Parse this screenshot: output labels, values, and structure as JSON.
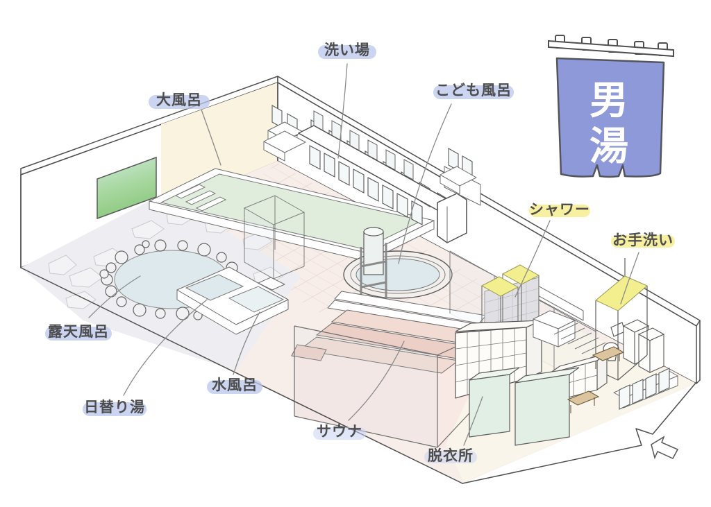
{
  "banner": {
    "text": "男湯",
    "chars": [
      "男",
      "湯"
    ]
  },
  "labels": [
    {
      "text": "大風呂",
      "highlight": "blue",
      "area": "big-bath"
    },
    {
      "text": "洗い場",
      "highlight": "blue",
      "area": "washing-area"
    },
    {
      "text": "こども風呂",
      "highlight": "blue",
      "area": "kids-bath"
    },
    {
      "text": "シャワー",
      "highlight": "yellow",
      "area": "shower"
    },
    {
      "text": "お手洗い",
      "highlight": "yellow",
      "area": "restroom"
    },
    {
      "text": "露天風呂",
      "highlight": "blue",
      "area": "open-air-bath"
    },
    {
      "text": "水風呂",
      "highlight": "blue",
      "area": "cold-bath"
    },
    {
      "text": "日替り湯",
      "highlight": "blue",
      "area": "daily-bath"
    },
    {
      "text": "サウナ",
      "highlight": "blue",
      "area": "sauna"
    },
    {
      "text": "脱衣所",
      "highlight": "blue",
      "area": "changing-room"
    }
  ],
  "palette": {
    "banner_blue": "#8e99da",
    "highlight_blue": "#b9c7ee",
    "highlight_blue_soft": "#c9d4f2",
    "highlight_yellow": "#f6ec8a",
    "water_green": "#e0ecdc",
    "water_blue": "#dde9ec",
    "water_pale": "#e9f1f3",
    "sauna_pink": "#f2dbd3",
    "sauna_pink_dark": "#eccfc6",
    "wood_tan": "#dcc59e",
    "glass_green": "#e2efe4",
    "shower_yellow": "#f3ee8e",
    "floor_pink": "#f7ede9",
    "floor_cream": "#faf5ea",
    "stone_grey": "#eeeef2"
  }
}
